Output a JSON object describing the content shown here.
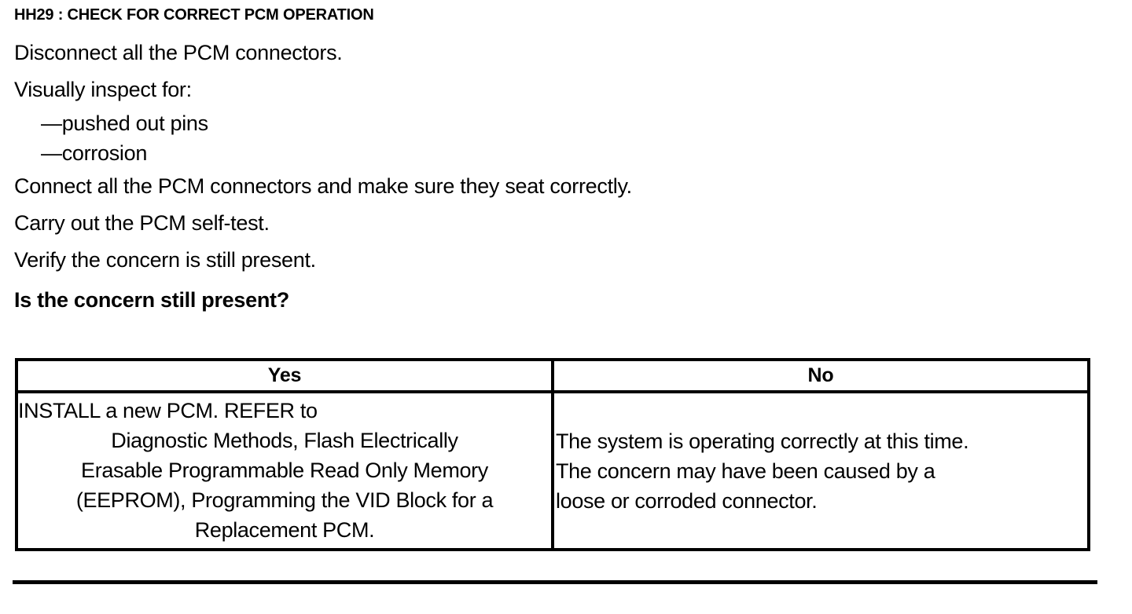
{
  "document": {
    "step_title": "HH29 : CHECK FOR CORRECT PCM OPERATION",
    "instructions": [
      "Disconnect all the PCM connectors.",
      "Visually inspect for:",
      "—pushed out pins",
      "—corrosion",
      "Connect all the PCM connectors and make sure they seat correctly.",
      "Carry out the PCM self-test.",
      "Verify the concern is still present."
    ],
    "question": "Is the concern still present?"
  },
  "decision_table": {
    "headers": {
      "yes": "Yes",
      "no": "No"
    },
    "yes_cell": {
      "full_text": "INSTALL a new PCM. REFER to Diagnostic Methods, Flash Electrically Erasable Programmable Read Only Memory (EEPROM), Programming the VID Block for a Replacement PCM.",
      "lines": [
        "INSTALL a new PCM.  REFER to",
        "Diagnostic Methods, Flash Electrically",
        "Erasable Programmable Read Only Memory",
        "(EEPROM), Programming the VID Block for a",
        "Replacement PCM."
      ]
    },
    "no_cell": {
      "full_text": "The system is operating correctly at this time. The concern may have been caused by a loose or corroded connector.",
      "lines": [
        "The system is operating correctly at this time.",
        "The concern may have been caused by a",
        "loose or corroded connector."
      ]
    }
  },
  "colors": {
    "text": "#000000",
    "background": "#ffffff",
    "rule": "#000000"
  }
}
